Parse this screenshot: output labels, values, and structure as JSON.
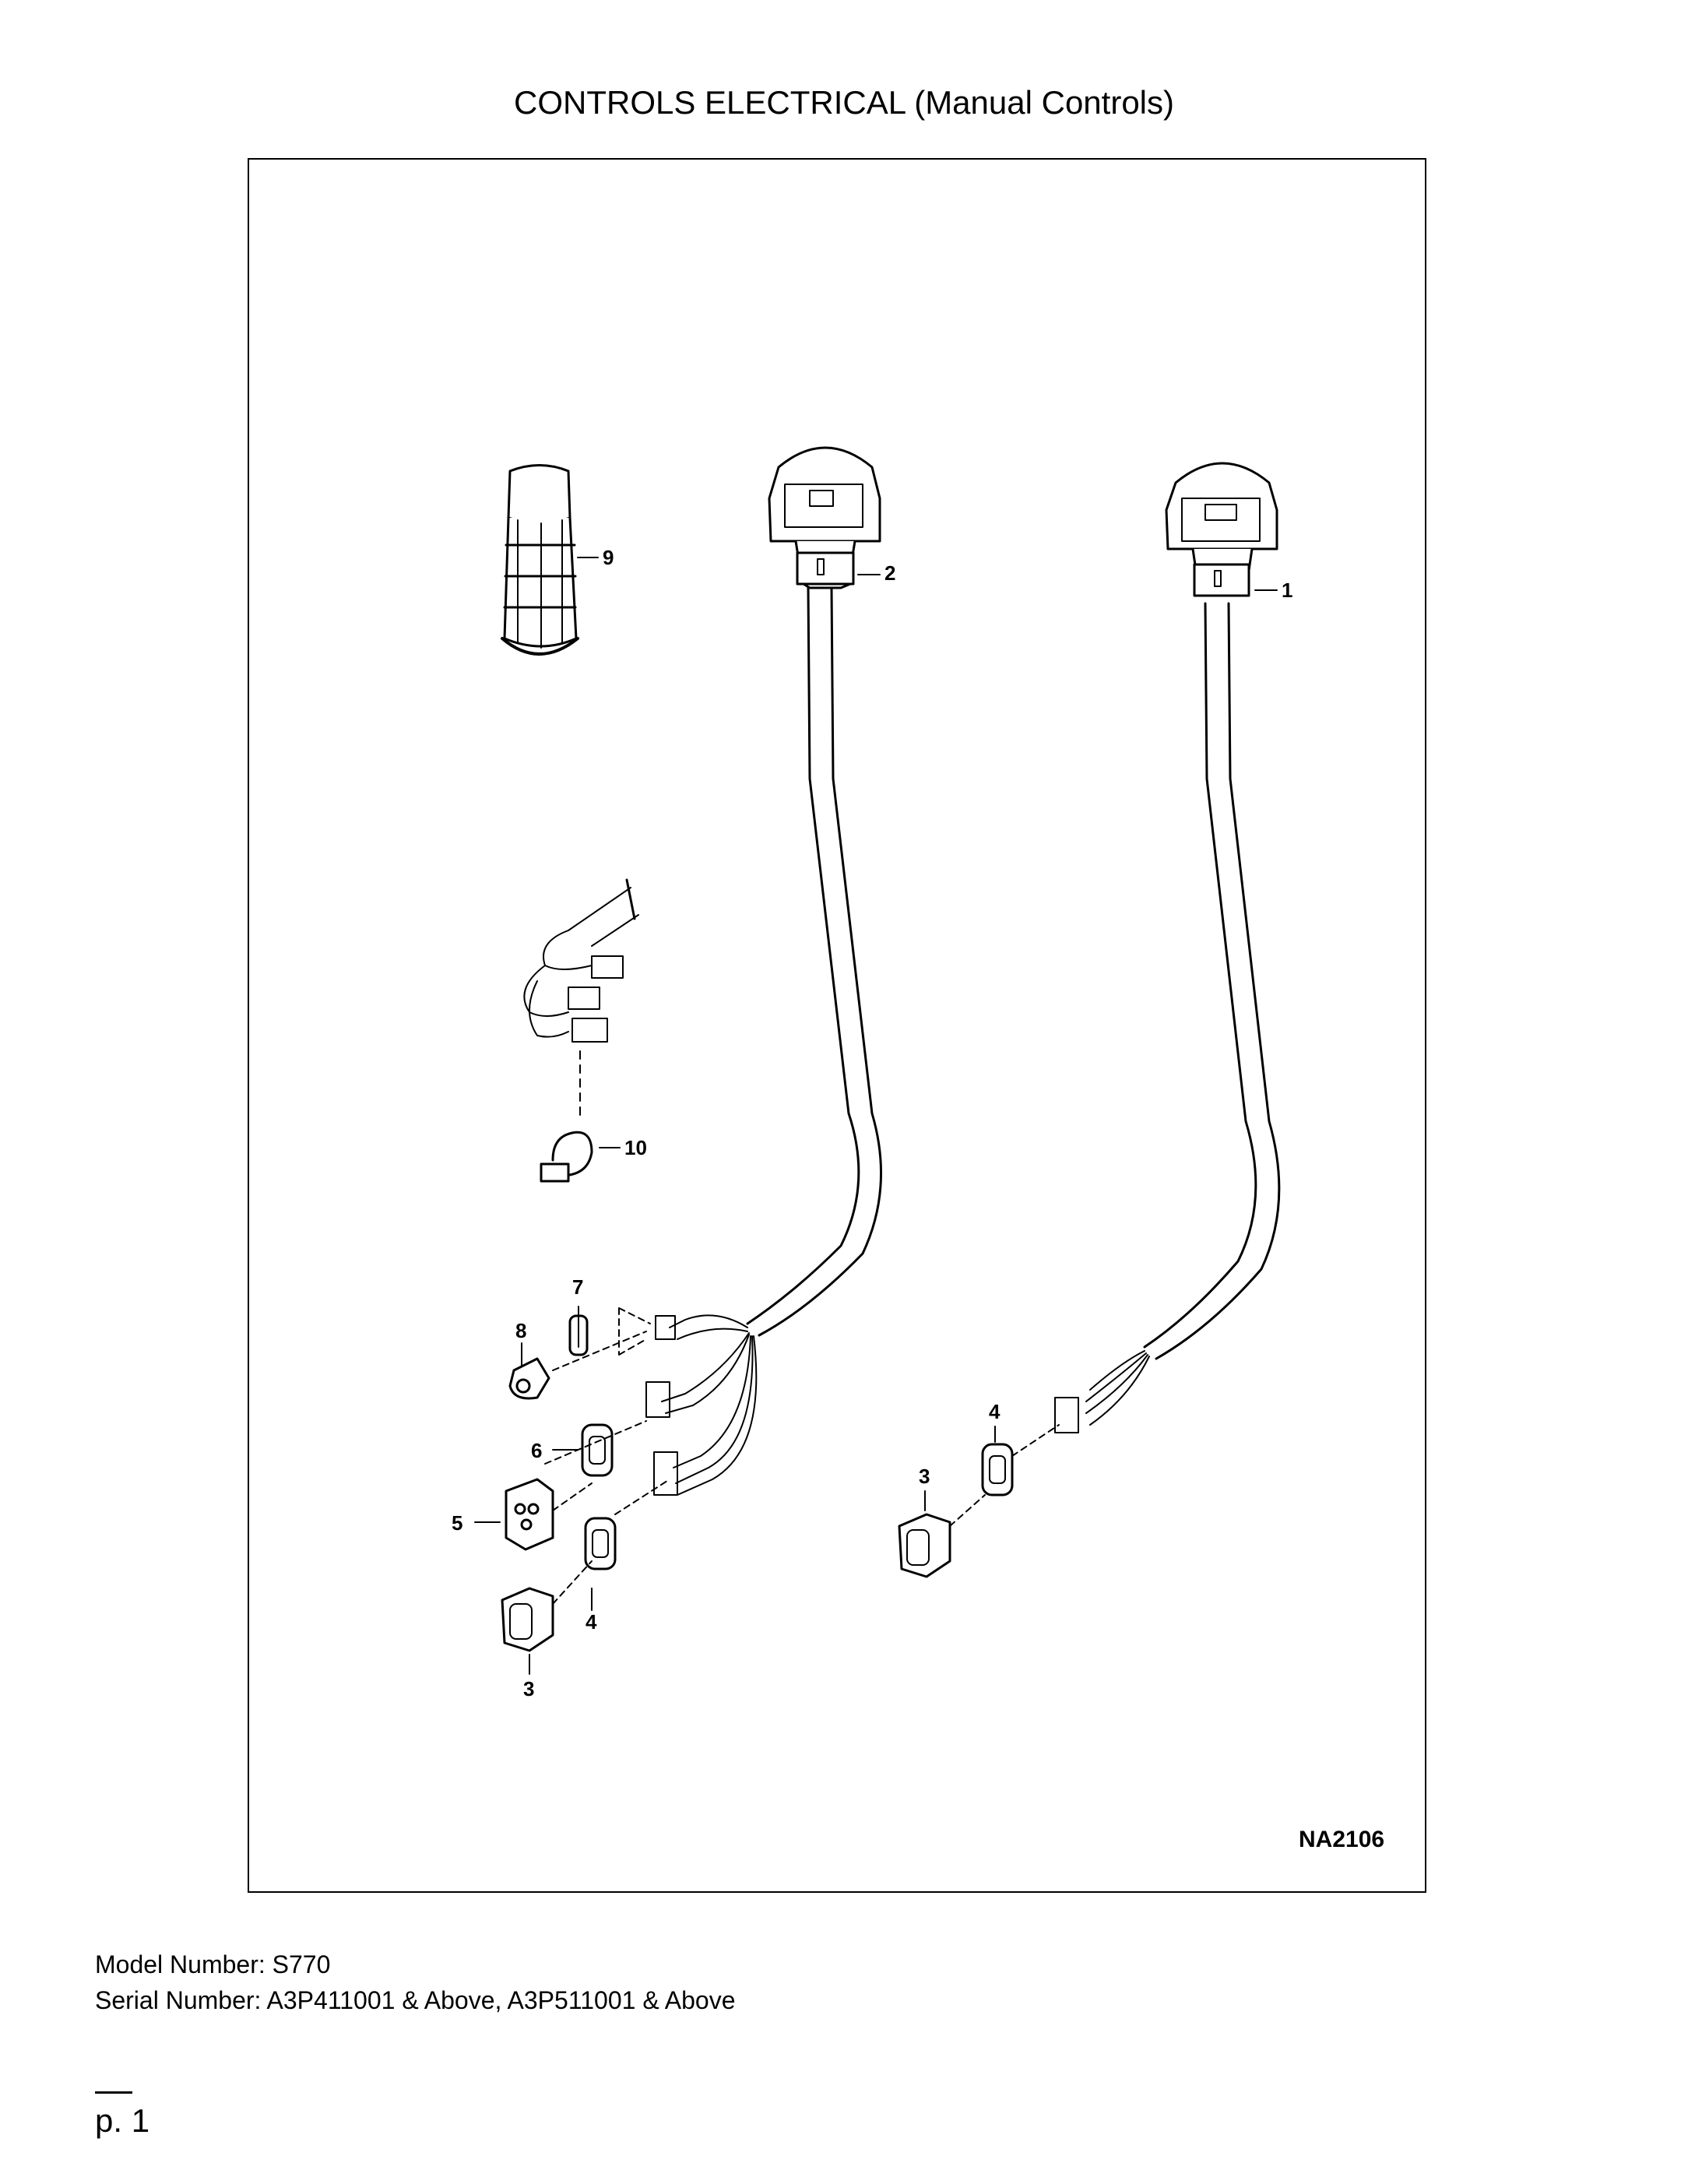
{
  "page": {
    "title": "CONTROLS ELECTRICAL (Manual Controls)",
    "figure_id": "NA2106",
    "model_number": "Model Number: S770",
    "serial_number": "Serial Number: A3P411001 & Above, A3P511001 & Above",
    "page_number": "p. 1"
  },
  "callouts": {
    "c1": "1",
    "c2": "2",
    "c3a": "3",
    "c3b": "3",
    "c4a": "4",
    "c4b": "4",
    "c5": "5",
    "c6": "6",
    "c7": "7",
    "c8": "8",
    "c9": "9",
    "c10": "10"
  }
}
